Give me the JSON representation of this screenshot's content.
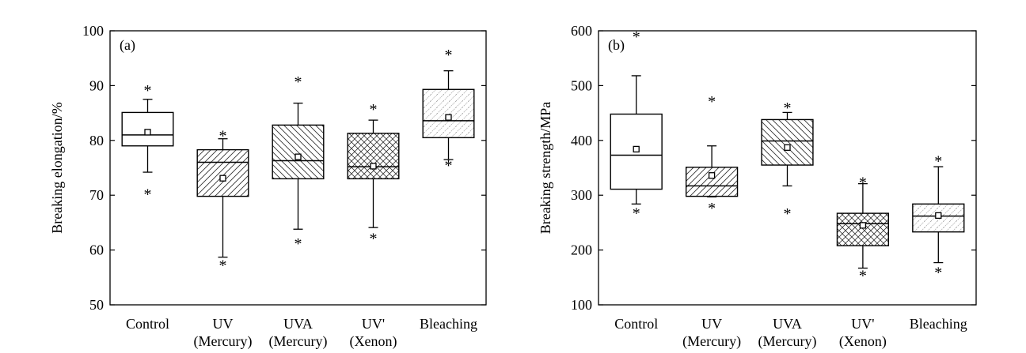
{
  "chart_data": [
    {
      "type": "box",
      "panel_label": "(a)",
      "ylabel": "Breaking elongation/%",
      "ylim": [
        50,
        100
      ],
      "yticks": [
        50,
        60,
        70,
        80,
        90,
        100
      ],
      "categories": [
        {
          "line1": "Control",
          "line2": ""
        },
        {
          "line1": "UV",
          "line2": "(Mercury)"
        },
        {
          "line1": "UVA",
          "line2": "(Mercury)"
        },
        {
          "line1": "UV'",
          "line2": "(Xenon)"
        },
        {
          "line1": "Bleaching",
          "line2": ""
        }
      ],
      "boxes": [
        {
          "pattern": "none",
          "whisker_low": 74.2,
          "q1": 79.0,
          "median": 81.0,
          "q3": 85.1,
          "whisker_high": 87.5,
          "mean": 81.5,
          "outliers": [
            89.5,
            70.5
          ]
        },
        {
          "pattern": "diag-fwd",
          "whisker_low": 58.7,
          "q1": 69.8,
          "median": 76.0,
          "q3": 78.3,
          "whisker_high": 80.3,
          "mean": 73.1,
          "outliers": [
            81.2,
            57.6
          ]
        },
        {
          "pattern": "diag-back",
          "whisker_low": 63.8,
          "q1": 73.0,
          "median": 76.3,
          "q3": 82.8,
          "whisker_high": 86.8,
          "mean": 77.0,
          "outliers": [
            91.1,
            61.5
          ]
        },
        {
          "pattern": "cross",
          "whisker_low": 64.1,
          "q1": 73.0,
          "median": 75.2,
          "q3": 81.3,
          "whisker_high": 83.7,
          "mean": 75.3,
          "outliers": [
            86.0,
            62.5
          ]
        },
        {
          "pattern": "diag-dot",
          "whisker_low": 76.5,
          "q1": 80.5,
          "median": 83.6,
          "q3": 89.3,
          "whisker_high": 92.7,
          "mean": 84.2,
          "outliers": [
            96.0,
            75.8
          ]
        }
      ]
    },
    {
      "type": "box",
      "panel_label": "(b)",
      "ylabel": "Breaking strength/MPa",
      "ylim": [
        100,
        600
      ],
      "yticks": [
        100,
        200,
        300,
        400,
        500,
        600
      ],
      "categories": [
        {
          "line1": "Control",
          "line2": ""
        },
        {
          "line1": "UV",
          "line2": "(Mercury)"
        },
        {
          "line1": "UVA",
          "line2": "(Mercury)"
        },
        {
          "line1": "UV'",
          "line2": "(Xenon)"
        },
        {
          "line1": "Bleaching",
          "line2": ""
        }
      ],
      "boxes": [
        {
          "pattern": "none",
          "whisker_low": 284,
          "q1": 311,
          "median": 373,
          "q3": 448,
          "whisker_high": 518,
          "mean": 384,
          "outliers": [
            593,
            271
          ]
        },
        {
          "pattern": "diag-fwd",
          "whisker_low": 297,
          "q1": 298,
          "median": 317,
          "q3": 351,
          "whisker_high": 390,
          "mean": 336,
          "outliers": [
            475,
            280
          ]
        },
        {
          "pattern": "diag-back",
          "whisker_low": 317,
          "q1": 355,
          "median": 399,
          "q3": 438,
          "whisker_high": 451,
          "mean": 387,
          "outliers": [
            463,
            270
          ]
        },
        {
          "pattern": "cross",
          "whisker_low": 167,
          "q1": 208,
          "median": 248,
          "q3": 267,
          "whisker_high": 321,
          "mean": 245,
          "outliers": [
            327,
            157
          ]
        },
        {
          "pattern": "diag-dot",
          "whisker_low": 177,
          "q1": 233,
          "median": 262,
          "q3": 284,
          "whisker_high": 352,
          "mean": 263,
          "outliers": [
            366,
            163
          ]
        }
      ]
    }
  ]
}
